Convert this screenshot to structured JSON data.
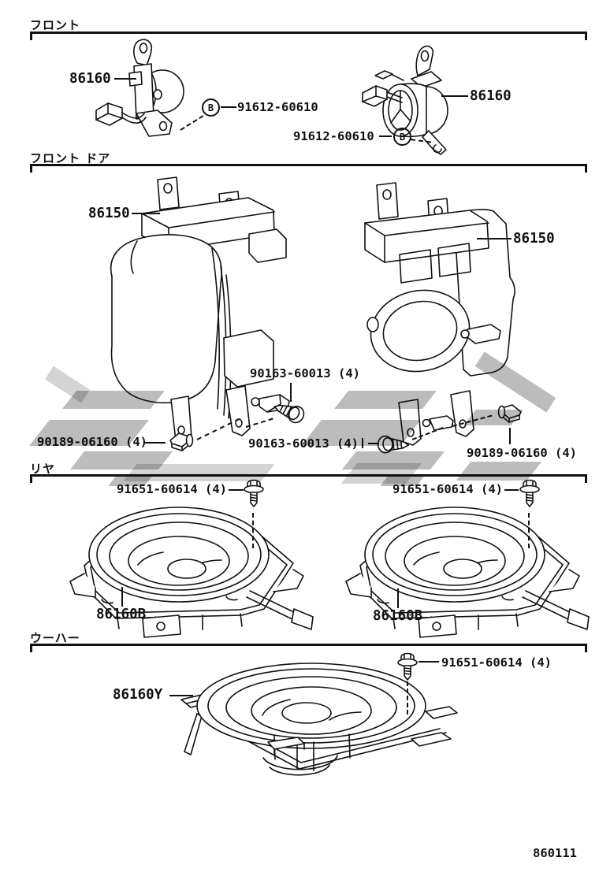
{
  "colors": {
    "line": "#111111",
    "watermark": "#bcbcbc",
    "background": "#ffffff"
  },
  "sections": [
    {
      "header": "フロント",
      "parts": [
        {
          "label": "86160"
        },
        {
          "label": "91612-60610",
          "marker": "B"
        },
        {
          "label": "91612-60610",
          "marker": "B"
        },
        {
          "label": "86160"
        }
      ]
    },
    {
      "header": "フロント ドア",
      "parts": [
        {
          "label": "86150"
        },
        {
          "label": "90163-60013 (4)"
        },
        {
          "label": "90189-06160 (4)"
        },
        {
          "label": "90163-60013 (4)"
        },
        {
          "label": "86150"
        },
        {
          "label": "90189-06160 (4)"
        }
      ]
    },
    {
      "header": "リヤ",
      "parts": [
        {
          "label": "91651-60614 (4)"
        },
        {
          "label": "86160B"
        },
        {
          "label": "91651-60614 (4)"
        },
        {
          "label": "86160B"
        }
      ]
    },
    {
      "header": "ウーハー",
      "parts": [
        {
          "label": "86160Y"
        },
        {
          "label": "91651-60614 (4)"
        }
      ]
    }
  ],
  "footer": {
    "diagram_number": "860111"
  }
}
